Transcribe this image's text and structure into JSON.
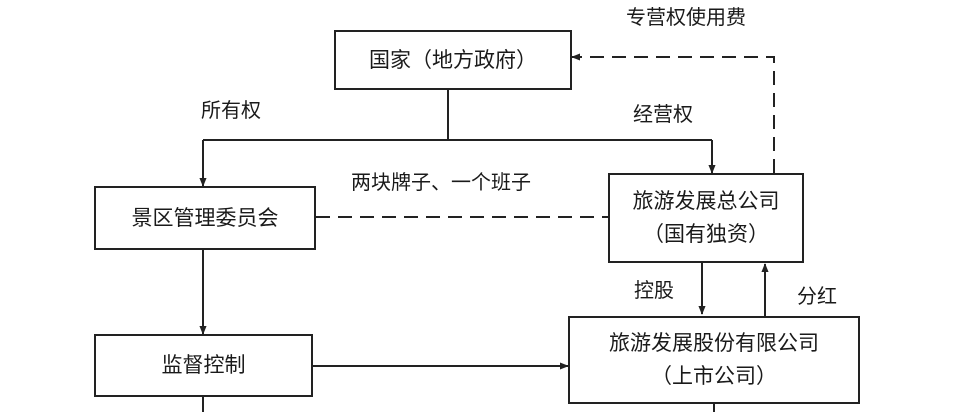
{
  "nodes": {
    "state": "国家（地方政府）",
    "committee": "景区管理委员会",
    "company_line1": "旅游发展总公司",
    "company_line2": "（国有独资）",
    "supervision": "监督控制",
    "listed_line1": "旅游发展股份有限公司",
    "listed_line2": "（上市公司）"
  },
  "labels": {
    "franchise_fee": "专营权使用费",
    "ownership": "所有权",
    "operating_right": "经营权",
    "two_brands": "两块牌子、一个班子",
    "holding": "控股",
    "dividend": "分红"
  }
}
